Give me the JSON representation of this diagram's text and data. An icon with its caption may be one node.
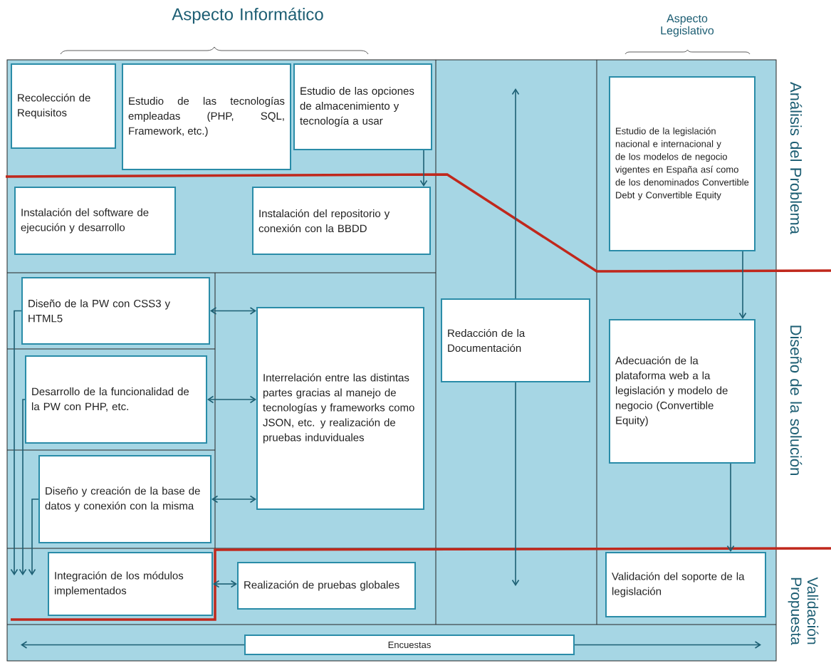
{
  "diagram": {
    "nodes": [
      {
        "text": [
          "Recolección de Requisitos"
        ]
      },
      {
        "text": [
          "Estudio de las tecnologías empleadas (PHP, SQL, Framework, etc.)"
        ]
      },
      {
        "text": [
          "Estudio de las opciones de almacenimiento y tecnología a usar"
        ]
      },
      {
        "text": [
          "Instalación del software de ejecución y desarrollo"
        ]
      },
      {
        "text": [
          "Instalación del repositorio y conexión con la BBDD"
        ]
      },
      {
        "text": [
          "Estudio de la legislación nacional e internacional y de los modelos de negocio vigentes en España así como de los denominados Convertible Debt y Convertible Equity"
        ]
      },
      {
        "text": [
          "Diseño de la PW con CSS3 y HTML5"
        ]
      },
      {
        "text": [
          "Desarrollo de la funcionalidad de la PW con PHP, etc."
        ]
      },
      {
        "text": [
          "Interrelación entre las distintas partes gracias al manejo de tecnologías y frameworks como JSON, etc. y realización de pruebas induviduales"
        ]
      },
      {
        "text": [
          "Diseño y creación de la base de datos y conexión con la misma"
        ]
      },
      {
        "text": [
          "Redacción de la Documentación"
        ]
      },
      {
        "text": [
          "Adecuación de la plataforma web a la legislación y modelo de negocio (Convertible Equity)"
        ]
      },
      {
        "text": [
          "Integración de los módulos implementados"
        ]
      },
      {
        "text": [
          "Realización de pruebas globales"
        ]
      },
      {
        "text": [
          "Validación del soporte de la legislación"
        ]
      },
      {
        "text": [
          "Encuestas"
        ]
      }
    ],
    "edges": [
      {
        "from": 2,
        "to": 4,
        "arrow": "to"
      },
      {
        "from": 6,
        "to": 8,
        "arrow": "both"
      },
      {
        "from": 7,
        "to": 8,
        "arrow": "both"
      },
      {
        "from": 9,
        "to": 8,
        "arrow": "both"
      },
      {
        "from": 12,
        "to": 13,
        "arrow": "both"
      },
      {
        "from": 5,
        "to": 11,
        "arrow": "to"
      },
      {
        "from": 11,
        "to": 14,
        "arrow": "to"
      },
      {
        "from": 10,
        "to": null,
        "arrow": "to"
      },
      {
        "from": 10,
        "to": null,
        "arrow": "to"
      },
      {
        "from": 6,
        "to": null,
        "arrow": "to"
      },
      {
        "from": 7,
        "to": null,
        "arrow": "to"
      },
      {
        "from": 9,
        "to": null,
        "arrow": "to"
      },
      {
        "from": 15,
        "to": null,
        "arrow": "to"
      },
      {
        "from": 15,
        "to": null,
        "arrow": "to"
      }
    ],
    "labels": [
      "Aspecto Informático",
      "Aspecto Legislativo",
      "Análisis del Problema",
      "Diseño de la solución",
      "Validación Propuesta"
    ]
  }
}
